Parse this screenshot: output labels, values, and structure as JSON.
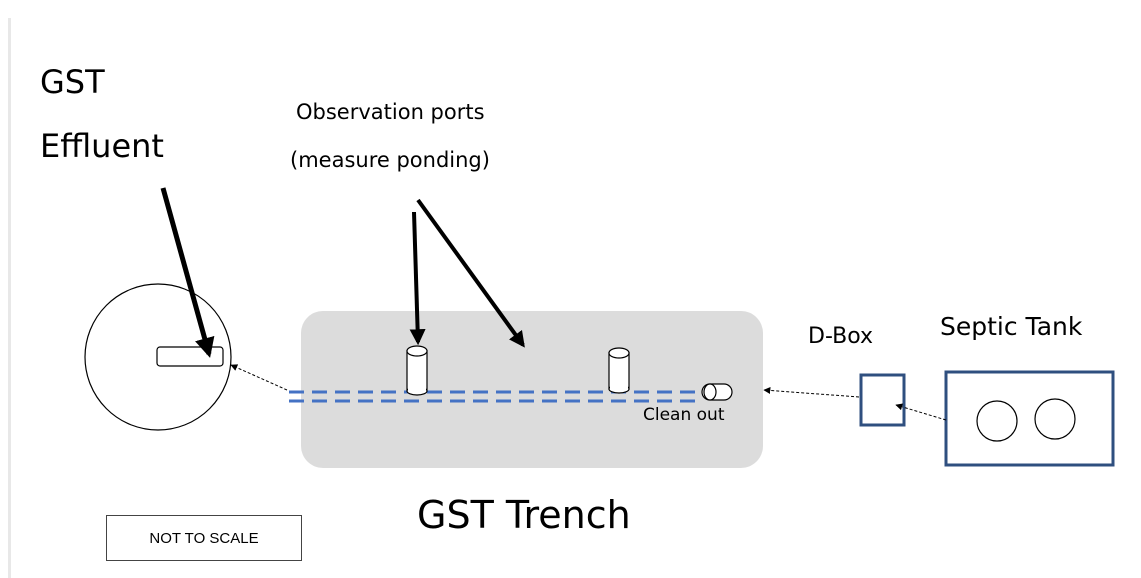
{
  "labels": {
    "gst": "GST",
    "effluent": "Effluent",
    "observation_ports_line1": "Observation ports",
    "observation_ports_line2": "(measure ponding)",
    "d_box": "D-Box",
    "septic_tank": "Septic Tank",
    "clean_out": "Clean out",
    "gst_trench": "GST Trench",
    "not_to_scale": "NOT TO SCALE"
  },
  "colors": {
    "trench_fill": "#dcdcdc",
    "pipe_dash": "#4472c4",
    "tank_border": "#2f4f7f",
    "line": "#000000"
  }
}
